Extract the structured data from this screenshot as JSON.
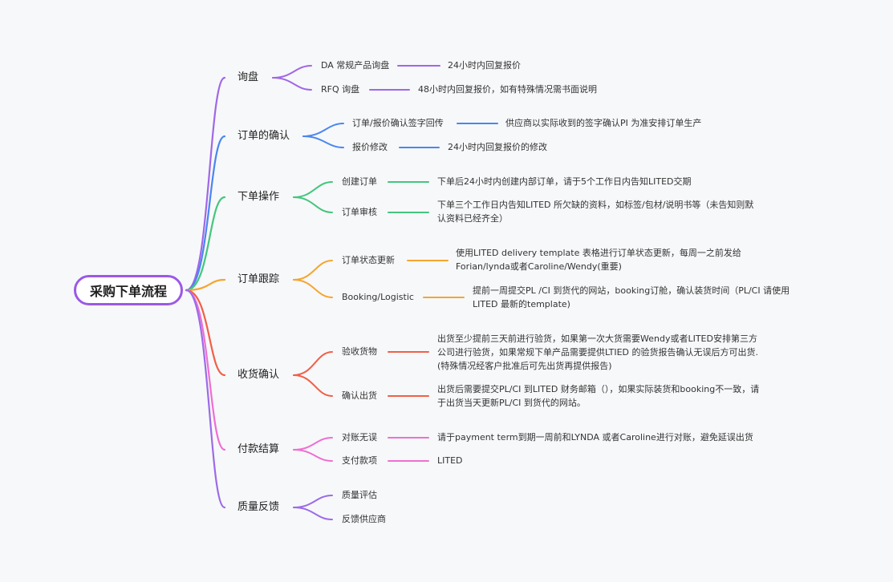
{
  "root": "采购下单流程",
  "colors": {
    "purple": "#a067e6",
    "blue": "#4a86f0",
    "green": "#43c67d",
    "orange": "#f5a530",
    "red": "#f06048",
    "pink": "#ee6fd2",
    "violet": "#9b6be8"
  },
  "branches": [
    {
      "label": "询盘",
      "color": "#a067e6",
      "items": [
        {
          "label": "DA 常规产品询盘",
          "detail": "24小时内回复报价"
        },
        {
          "label": "RFQ 询盘",
          "detail": "48小时内回复报价，如有特殊情况需书面说明"
        }
      ]
    },
    {
      "label": "订单的确认",
      "color": "#4a86f0",
      "items": [
        {
          "label": "订单/报价确认签字回传",
          "detail": "供应商以实际收到的签字确认PI 为准安排订单生产"
        },
        {
          "label": "报价修改",
          "detail": "24小时内回复报价的修改"
        }
      ]
    },
    {
      "label": "下单操作",
      "color": "#43c67d",
      "items": [
        {
          "label": "创建订单",
          "detail": "下单后24小时内创建内部订单，请于5个工作日内告知LITED交期"
        },
        {
          "label": "订单审核",
          "detail": "下单三个工作日内告知LITED 所欠缺的资料，如标签/包材/说明书等（未告知则默认资料已经齐全）"
        }
      ]
    },
    {
      "label": "订单跟踪",
      "color": "#f5a530",
      "items": [
        {
          "label": "订单状态更新",
          "detail": "使用LITED delivery template 表格进行订单状态更新，每周一之前发给Forian/lynda或者Caroline/Wendy(重要)"
        },
        {
          "label": "Booking/Logistic",
          "detail": "提前一周提交PL /CI 到货代的网站，booking订舱，确认装货时间（PL/CI 请使用LITED 最新的template)"
        }
      ]
    },
    {
      "label": "收货确认",
      "color": "#f06048",
      "items": [
        {
          "label": "验收货物",
          "detail": "出货至少提前三天前进行验货，如果第一次大货需要Wendy或者LITED安排第三方公司进行验货，如果常规下单产品需要提供LTIED 的验货报告确认无误后方可出货.(特殊情况经客户批准后可先出货再提供报告)"
        },
        {
          "label": "确认出货",
          "detail": "出货后需要提交PL/CI 到LITED 财务邮箱（），如果实际装货和booking不一致，请于出货当天更新PL/CI 到货代的网站。"
        }
      ]
    },
    {
      "label": "付款结算",
      "color": "#ee6fd2",
      "items": [
        {
          "label": "对账无误",
          "detail": "请于payment term到期一周前和LYNDA 或者Caroline进行对账，避免延误出货"
        },
        {
          "label": "支付款项",
          "detail": "LITED"
        }
      ]
    },
    {
      "label": "质量反馈",
      "color": "#9b6be8",
      "items": [
        {
          "label": "质量评估",
          "detail": ""
        },
        {
          "label": "反馈供应商",
          "detail": ""
        }
      ]
    }
  ]
}
